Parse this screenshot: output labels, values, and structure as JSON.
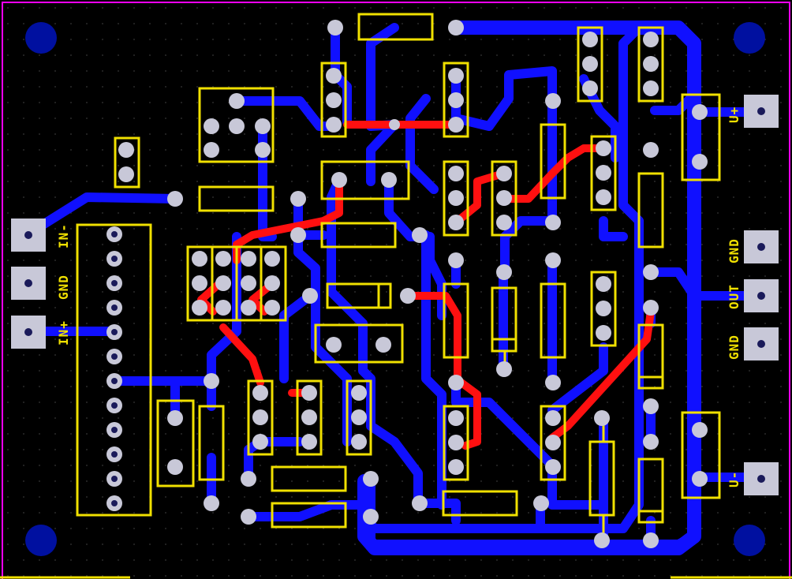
{
  "board": {
    "colors": {
      "background": "#000000",
      "bottom_copper": "#1010ff",
      "top_copper": "#ff1010",
      "silkscreen": "#f0e000",
      "pad": "#c8c8d8",
      "outline": "#ff00ff",
      "mounting_hole": "#0010a0"
    }
  },
  "connectors": {
    "in_minus": "IN-",
    "gnd_left": "GND",
    "in_plus": "IN+",
    "v_plus": "U+",
    "gnd_right_top": "GND",
    "out": "OUT",
    "gnd_right_bottom": "GND",
    "v_minus": "U-"
  }
}
